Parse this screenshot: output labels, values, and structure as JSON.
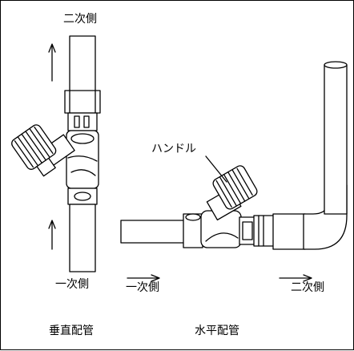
{
  "labels": {
    "vertical_secondary_side": "二次側",
    "vertical_primary_side": "一次側",
    "horizontal_primary_side": "一次側",
    "horizontal_secondary_side": "二次側",
    "handle": "ハンドル",
    "vertical_piping_caption": "垂直配管",
    "horizontal_piping_caption": "水平配管"
  },
  "colors": {
    "stroke": "#000000",
    "pipe_fill": "#ffffff",
    "shade": "#dddddd"
  }
}
